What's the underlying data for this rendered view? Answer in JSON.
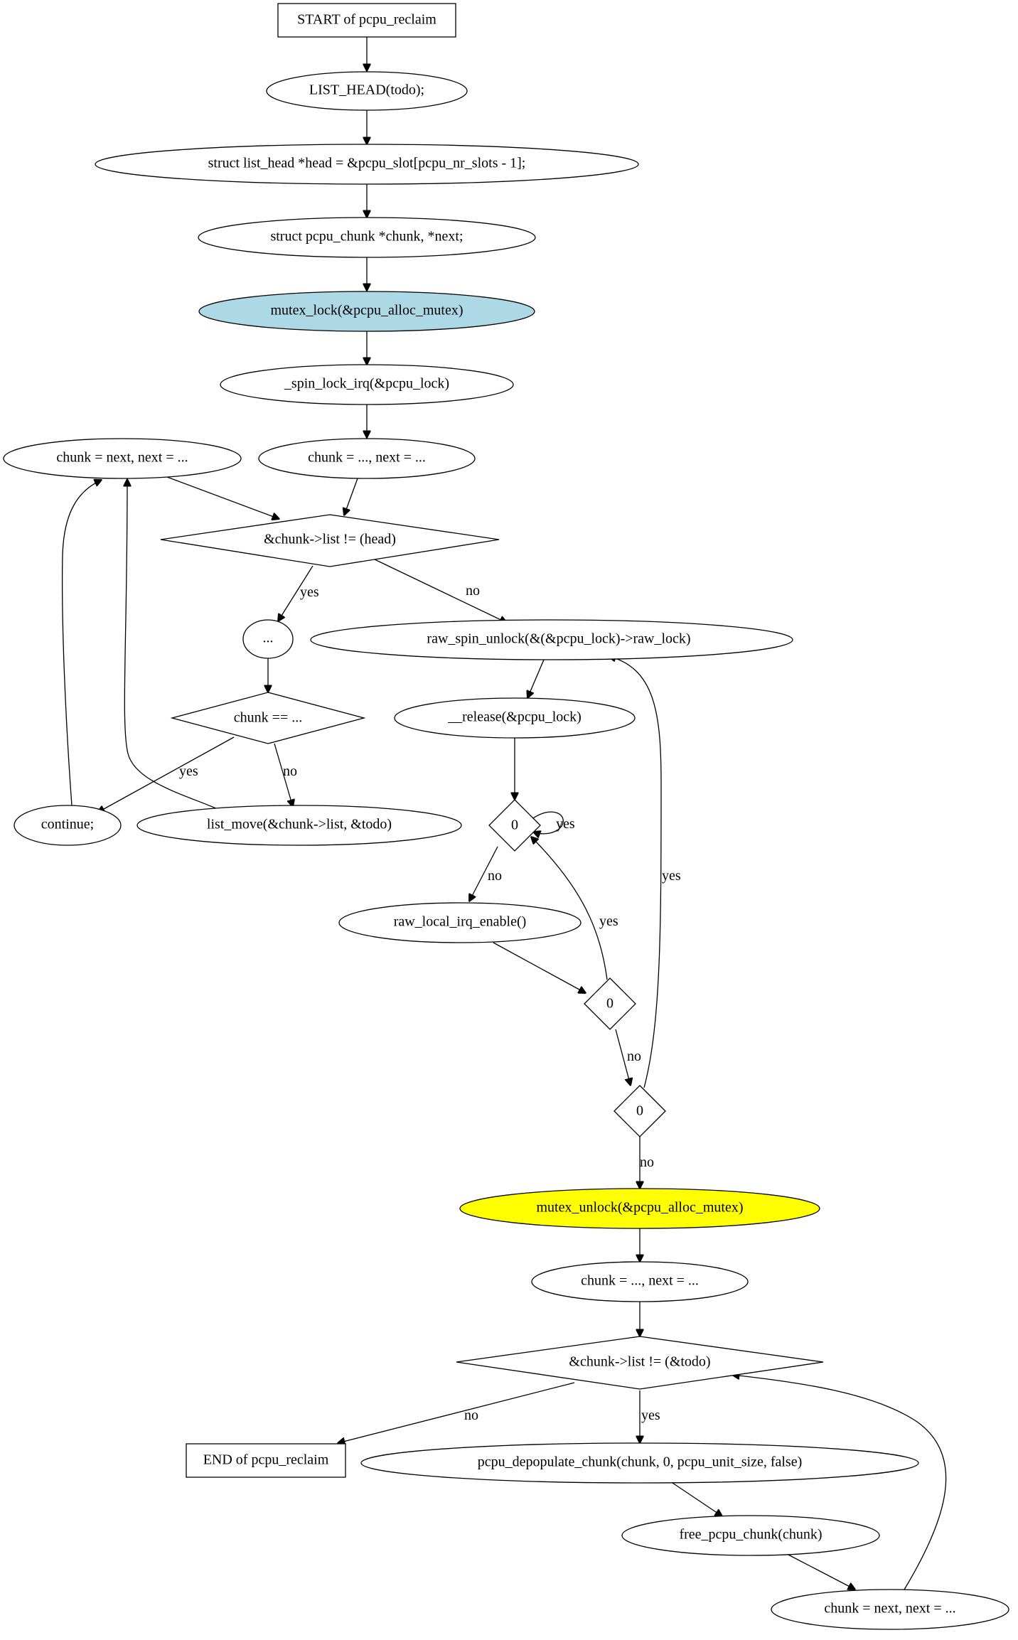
{
  "colors": {
    "background": "#ffffff",
    "stroke": "#000000",
    "lock_fill": "#add8e6",
    "unlock_fill": "#ffff00"
  },
  "nodes": {
    "start": "START of pcpu_reclaim",
    "list_head": "LIST_HEAD(todo);",
    "head_decl": "struct list_head *head = &pcpu_slot[pcpu_nr_slots - 1];",
    "chunk_decl": "struct pcpu_chunk *chunk, *next;",
    "mutex_lock": "mutex_lock(&pcpu_alloc_mutex)",
    "spin_lock": "_spin_lock_irq(&pcpu_lock)",
    "loop1_next": "chunk = next, next = ...",
    "loop1_init": "chunk = ..., next = ...",
    "loop1_cond": "&chunk->list != (head)",
    "ellipsis": "...",
    "raw_unlock": "raw_spin_unlock(&(&pcpu_lock)->raw_lock)",
    "chunk_eq": "chunk == ...",
    "release": "__release(&pcpu_lock)",
    "continue": "continue;",
    "list_move": "list_move(&chunk->list, &todo)",
    "zero1": "0",
    "irq_enable": "raw_local_irq_enable()",
    "zero2": "0",
    "zero3": "0",
    "mutex_unlock": "mutex_unlock(&pcpu_alloc_mutex)",
    "loop2_init": "chunk = ..., next = ...",
    "loop2_cond": "&chunk->list != (&todo)",
    "end": "END of pcpu_reclaim",
    "depopulate": "pcpu_depopulate_chunk(chunk, 0, pcpu_unit_size, false)",
    "free_chunk": "free_pcpu_chunk(chunk)",
    "loop2_next": "chunk = next, next = ..."
  },
  "edge_labels": {
    "yes": "yes",
    "no": "no"
  }
}
